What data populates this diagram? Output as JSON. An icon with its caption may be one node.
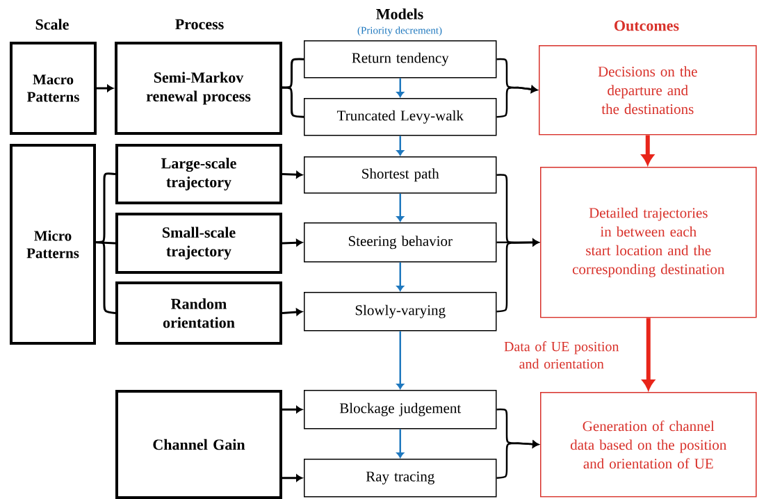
{
  "diagram": {
    "nodes": [
      {
        "text": [
          "Macro Patterns"
        ]
      },
      {
        "text": [
          "Semi-Markov renewal process"
        ]
      },
      {
        "text": [
          "Micro Patterns"
        ]
      },
      {
        "text": [
          "Large-scale trajectory"
        ]
      },
      {
        "text": [
          "Small-scale trajectory"
        ]
      },
      {
        "text": [
          "Random orientation"
        ]
      },
      {
        "text": [
          "Channel Gain"
        ]
      },
      {
        "text": [
          "Return tendency"
        ]
      },
      {
        "text": [
          "Truncated Levy-walk"
        ]
      },
      {
        "text": [
          "Shortest path"
        ]
      },
      {
        "text": [
          "Steering behavior"
        ]
      },
      {
        "text": [
          "Slowly-varying"
        ]
      },
      {
        "text": [
          "Blockage judgement"
        ]
      },
      {
        "text": [
          "Ray tracing"
        ]
      },
      {
        "text": [
          "Decisions on the departure and the destinations"
        ]
      },
      {
        "text": [
          "Detailed trajectories in between each start location and the corresponding destination"
        ]
      },
      {
        "text": [
          "Generation of channel data based on the position and orientation of UE"
        ]
      }
    ],
    "edges": [
      {
        "from": 0,
        "to": 1,
        "arrow": "to"
      },
      {
        "from": 1,
        "to": 7,
        "arrow": "none"
      },
      {
        "from": 1,
        "to": 8,
        "arrow": "none"
      },
      {
        "from": 2,
        "to": 3,
        "arrow": "none"
      },
      {
        "from": 2,
        "to": 4,
        "arrow": "none"
      },
      {
        "from": 2,
        "to": 5,
        "arrow": "none"
      },
      {
        "from": 7,
        "to": 14,
        "arrow": "to"
      },
      {
        "from": 8,
        "to": 14,
        "arrow": "to"
      },
      {
        "from": 9,
        "to": 15,
        "arrow": "to"
      },
      {
        "from": 10,
        "to": 15,
        "arrow": "to"
      },
      {
        "from": 11,
        "to": 15,
        "arrow": "to"
      },
      {
        "from": 12,
        "to": 16,
        "arrow": "to"
      },
      {
        "from": 13,
        "to": 16,
        "arrow": "to"
      },
      {
        "from": 3,
        "to": 9,
        "arrow": "to"
      },
      {
        "from": 4,
        "to": 10,
        "arrow": "to"
      },
      {
        "from": 5,
        "to": 11,
        "arrow": "to"
      },
      {
        "from": 6,
        "to": 12,
        "arrow": "to"
      },
      {
        "from": 6,
        "to": 13,
        "arrow": "to"
      },
      {
        "from": 7,
        "to": 8,
        "arrow": "to",
        "color": "#1f78be"
      },
      {
        "from": 8,
        "to": 9,
        "arrow": "to",
        "color": "#1f78be"
      },
      {
        "from": 9,
        "to": 10,
        "arrow": "to",
        "color": "#1f78be"
      },
      {
        "from": 10,
        "to": 11,
        "arrow": "to",
        "color": "#1f78be"
      },
      {
        "from": 11,
        "to": 12,
        "arrow": "to",
        "color": "#1f78be"
      },
      {
        "from": 12,
        "to": 13,
        "arrow": "to",
        "color": "#1f78be"
      },
      {
        "from": 14,
        "to": 15,
        "arrow": "to",
        "style": "thick",
        "color": "#e8251a"
      },
      {
        "from": 15,
        "to": 16,
        "arrow": "to",
        "style": "thick",
        "color": "#e8251a",
        "label": "Data of UE position and orientation"
      }
    ],
    "labels": [
      "Scale",
      "Process",
      "Models",
      "(Priority decrement)",
      "Outcomes"
    ]
  }
}
